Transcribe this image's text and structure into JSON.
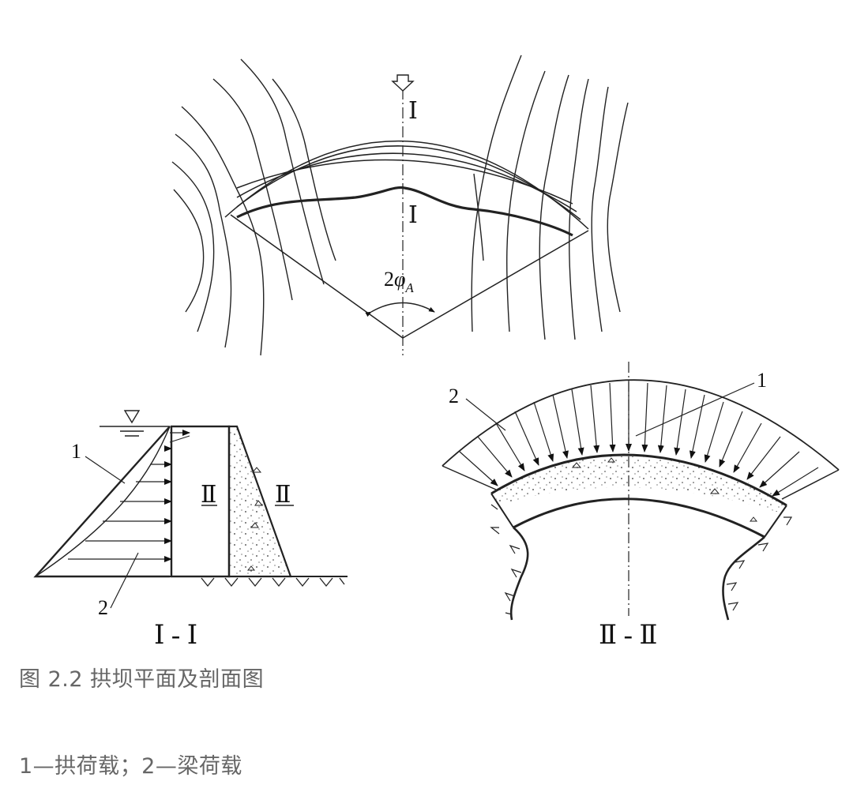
{
  "plan": {
    "section_mark_top": "Ⅰ",
    "section_mark_bottom": "Ⅰ",
    "angle_label_prefix": "2",
    "angle_symbol": "φ",
    "angle_subscript": "A"
  },
  "section_1": {
    "label_1": "1",
    "label_2": "2",
    "cut_mark_left": "Ⅱ",
    "cut_mark_right": "Ⅱ",
    "title": "Ⅰ - Ⅰ"
  },
  "section_2": {
    "label_1": "1",
    "label_2": "2",
    "title": "Ⅱ - Ⅱ"
  },
  "caption": "图 2.2 拱坝平面及剖面图",
  "legend": "1—拱荷载；2—梁荷载"
}
